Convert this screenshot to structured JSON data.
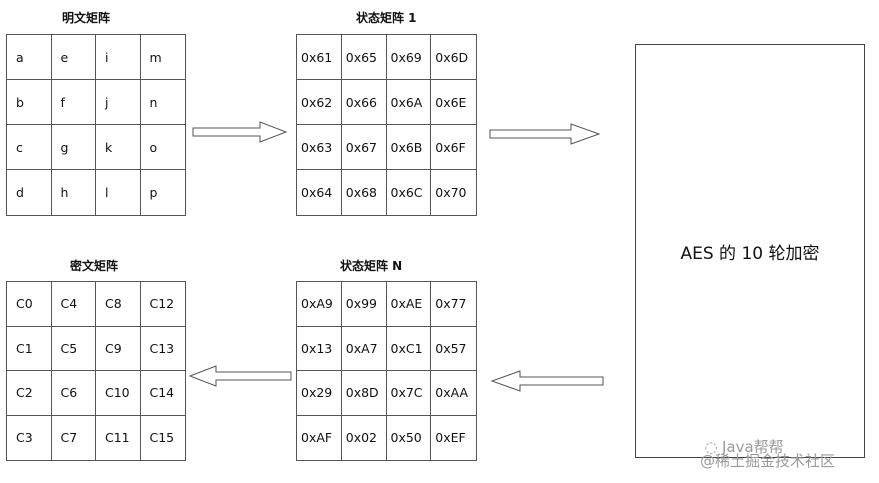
{
  "plaintext": {
    "title": "明文矩阵",
    "cells": [
      [
        "a",
        "e",
        "i",
        "m"
      ],
      [
        "b",
        "f",
        "j",
        "n"
      ],
      [
        "c",
        "g",
        "k",
        "o"
      ],
      [
        "d",
        "h",
        "l",
        "p"
      ]
    ]
  },
  "state1": {
    "title": "状态矩阵 1",
    "cells": [
      [
        "0x61",
        "0x65",
        "0x69",
        "0x6D"
      ],
      [
        "0x62",
        "0x66",
        "0x6A",
        "0x6E"
      ],
      [
        "0x63",
        "0x67",
        "0x6B",
        "0x6F"
      ],
      [
        "0x64",
        "0x68",
        "0x6C",
        "0x70"
      ]
    ]
  },
  "stateN": {
    "title": "状态矩阵 N",
    "cells": [
      [
        "0xA9",
        "0x99",
        "0xAE",
        "0x77"
      ],
      [
        "0x13",
        "0xA7",
        "0xC1",
        "0x57"
      ],
      [
        "0x29",
        "0x8D",
        "0x7C",
        "0xAA"
      ],
      [
        "0xAF",
        "0x02",
        "0x50",
        "0xEF"
      ]
    ]
  },
  "ciphertext": {
    "title": "密文矩阵",
    "cells": [
      [
        "C0",
        "C4",
        "C8",
        "C12"
      ],
      [
        "C1",
        "C5",
        "C9",
        "C13"
      ],
      [
        "C2",
        "C6",
        "C10",
        "C14"
      ],
      [
        "C3",
        "C7",
        "C11",
        "C15"
      ]
    ]
  },
  "aes_box": {
    "label": "AES 的 10 轮加密"
  },
  "watermark": {
    "line1": "Java帮帮",
    "line2": "@稀土掘金技术社区"
  }
}
